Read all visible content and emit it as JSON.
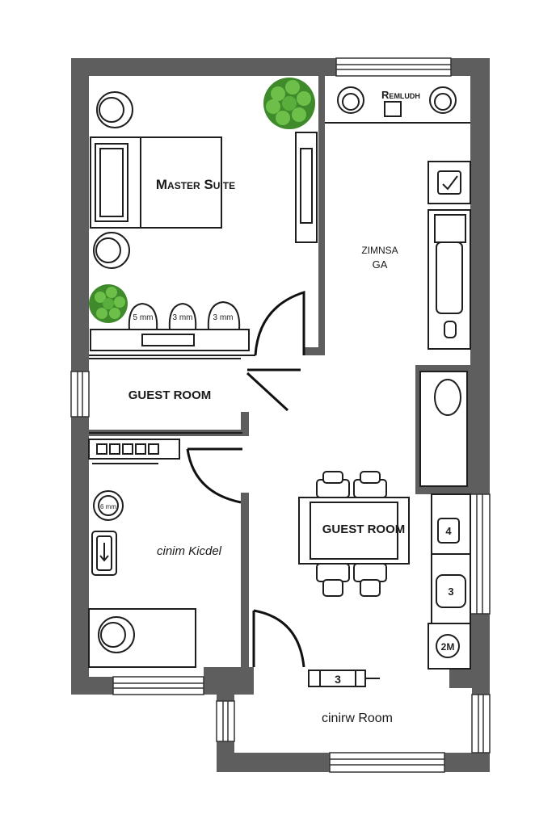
{
  "labels": {
    "master_suite": "Master Suite",
    "remludh": "Remludh",
    "zimnsa": "ZIMNSA",
    "ga": "GA",
    "guest_room_left": "GUEST ROOM",
    "guest_room_center": "GUEST ROOM",
    "kitchen": "cinim Kicdel",
    "living_room": "cinirw Room"
  },
  "markers": {
    "side_a": "5 mm",
    "side_b": "3 mm",
    "side_c": "3 mm",
    "appliance_a": "4",
    "appliance_b": "3",
    "corner": "2M",
    "counter": "3",
    "dial": "6 mm"
  },
  "colors": {
    "wall": "#5e5e5e",
    "line": "#1e1e1e",
    "plant": "#4a9a32"
  }
}
